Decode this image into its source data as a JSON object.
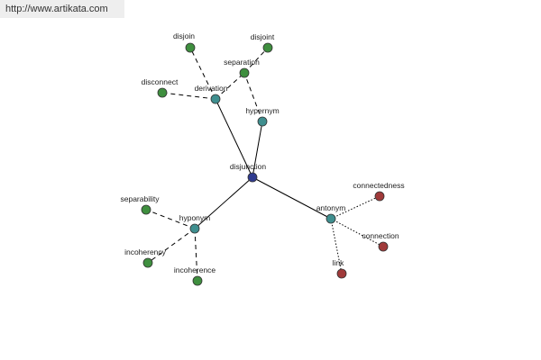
{
  "header": {
    "url": "http://www.artikata.com"
  },
  "colors": {
    "background": "#ffffff",
    "edge": "#000000",
    "center": "#2f3b8f",
    "category": "#3f8f8f",
    "synonym": "#3f8f3f",
    "antonym_term": "#a03a3a",
    "node_stroke": "#333333"
  },
  "graph": {
    "nodes": [
      {
        "id": "disjunction",
        "label": "disjunction",
        "kind": "center"
      },
      {
        "id": "derivation",
        "label": "derivation",
        "kind": "category"
      },
      {
        "id": "hypernym",
        "label": "hypernym",
        "kind": "category"
      },
      {
        "id": "hyponym",
        "label": "hyponym",
        "kind": "category"
      },
      {
        "id": "antonym",
        "label": "antonym",
        "kind": "category"
      },
      {
        "id": "separation",
        "label": "separation",
        "kind": "synonym"
      },
      {
        "id": "disjoin",
        "label": "disjoin",
        "kind": "synonym"
      },
      {
        "id": "disjoint",
        "label": "disjoint",
        "kind": "synonym"
      },
      {
        "id": "disconnect",
        "label": "disconnect",
        "kind": "synonym"
      },
      {
        "id": "separability",
        "label": "separability",
        "kind": "synonym"
      },
      {
        "id": "incoherency",
        "label": "incoherency",
        "kind": "synonym"
      },
      {
        "id": "incoherence",
        "label": "incoherence",
        "kind": "synonym"
      },
      {
        "id": "connectedness",
        "label": "connectedness",
        "kind": "antonym_term"
      },
      {
        "id": "connection",
        "label": "connection",
        "kind": "antonym_term"
      },
      {
        "id": "link",
        "label": "link",
        "kind": "antonym_term"
      }
    ],
    "edges": [
      {
        "from": "disjunction",
        "to": "derivation",
        "style": "solid"
      },
      {
        "from": "disjunction",
        "to": "hypernym",
        "style": "solid"
      },
      {
        "from": "disjunction",
        "to": "hyponym",
        "style": "solid"
      },
      {
        "from": "disjunction",
        "to": "antonym",
        "style": "solid"
      },
      {
        "from": "derivation",
        "to": "disjoin",
        "style": "dashed"
      },
      {
        "from": "derivation",
        "to": "separation",
        "style": "dashed"
      },
      {
        "from": "derivation",
        "to": "disconnect",
        "style": "dashed"
      },
      {
        "from": "separation",
        "to": "disjoint",
        "style": "dashed"
      },
      {
        "from": "hypernym",
        "to": "separation",
        "style": "dashed"
      },
      {
        "from": "hyponym",
        "to": "separability",
        "style": "dashed"
      },
      {
        "from": "hyponym",
        "to": "incoherency",
        "style": "dashed"
      },
      {
        "from": "hyponym",
        "to": "incoherence",
        "style": "dashed"
      },
      {
        "from": "antonym",
        "to": "connectedness",
        "style": "dotted"
      },
      {
        "from": "antonym",
        "to": "connection",
        "style": "dotted"
      },
      {
        "from": "antonym",
        "to": "link",
        "style": "dotted"
      }
    ]
  }
}
